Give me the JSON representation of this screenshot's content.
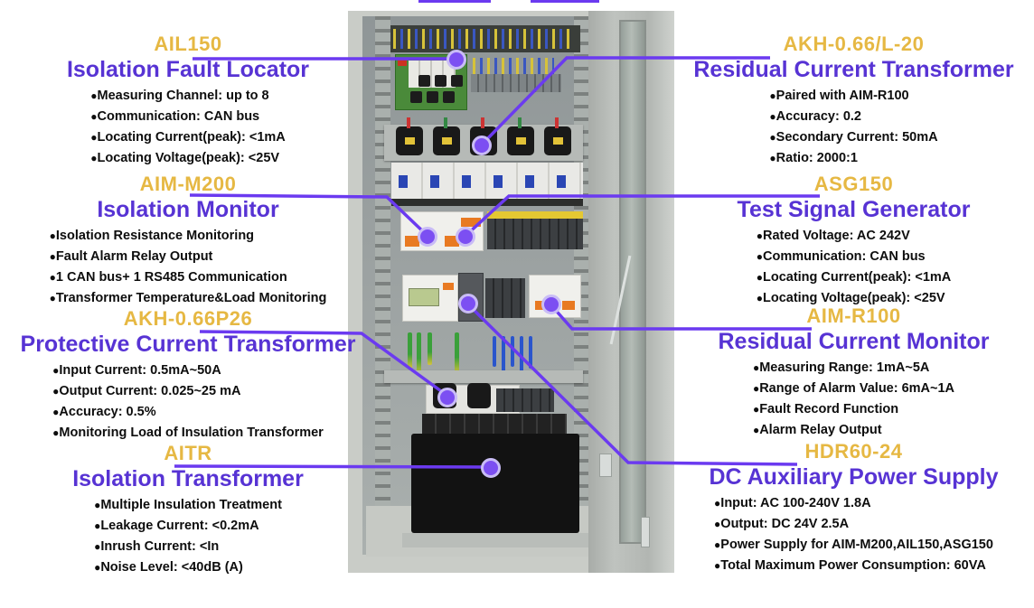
{
  "colors": {
    "model_gold": "#E6B843",
    "title_purple": "#5733D4",
    "line_purple": "#6B3AF0",
    "dot_fill": "#7C4FF2",
    "dot_ring": "#C9BCF6",
    "bullet_black": "#0d0d0d"
  },
  "callouts": {
    "left": [
      {
        "model": "AIL150",
        "title": "Isolation Fault Locator",
        "bullets": [
          "Measuring Channel: up to 8",
          "Communication: CAN bus",
          "Locating Current(peak): <1mA",
          "Locating Voltage(peak): <25V"
        ]
      },
      {
        "model": "AIM-M200",
        "title": "Isolation Monitor",
        "bullets": [
          "Isolation Resistance Monitoring",
          "Fault Alarm Relay Output",
          "1 CAN bus+ 1 RS485 Communication",
          "Transformer Temperature&Load Monitoring"
        ]
      },
      {
        "model": "AKH-0.66P26",
        "title": "Protective Current Transformer",
        "bullets": [
          "Input Current: 0.5mA~50A",
          "Output Current: 0.025~25 mA",
          "Accuracy: 0.5%",
          "Monitoring Load of Insulation Transformer"
        ]
      },
      {
        "model": "AITR",
        "title": "Isolation Transformer",
        "bullets": [
          "Multiple Insulation Treatment",
          "Leakage Current: <0.2mA",
          "Inrush Current: <In",
          "Noise Level: <40dB (A)"
        ]
      }
    ],
    "right": [
      {
        "model": "AKH-0.66/L-20",
        "title": "Residual Current Transformer",
        "bullets": [
          "Paired with AIM-R100",
          "Accuracy: 0.2",
          "Secondary Current: 50mA",
          "Ratio: 2000:1"
        ]
      },
      {
        "model": "ASG150",
        "title": "Test Signal Generator",
        "bullets": [
          "Rated Voltage: AC 242V",
          "Communication: CAN bus",
          "Locating Current(peak): <1mA",
          "Locating Voltage(peak): <25V"
        ]
      },
      {
        "model": "AIM-R100",
        "title": "Residual Current Monitor",
        "bullets": [
          "Measuring Range: 1mA~5A",
          "Range of Alarm Value: 6mA~1A",
          "Fault Record Function",
          "Alarm Relay Output"
        ]
      },
      {
        "model": "HDR60-24",
        "title": "DC Auxiliary Power Supply",
        "bullets": [
          "Input: AC 100-240V 1.8A",
          "Output: DC 24V 2.5A",
          "Power Supply for AIM-M200,AIL150,ASG150",
          "Total Maximum Power Consumption: 60VA"
        ]
      }
    ]
  }
}
